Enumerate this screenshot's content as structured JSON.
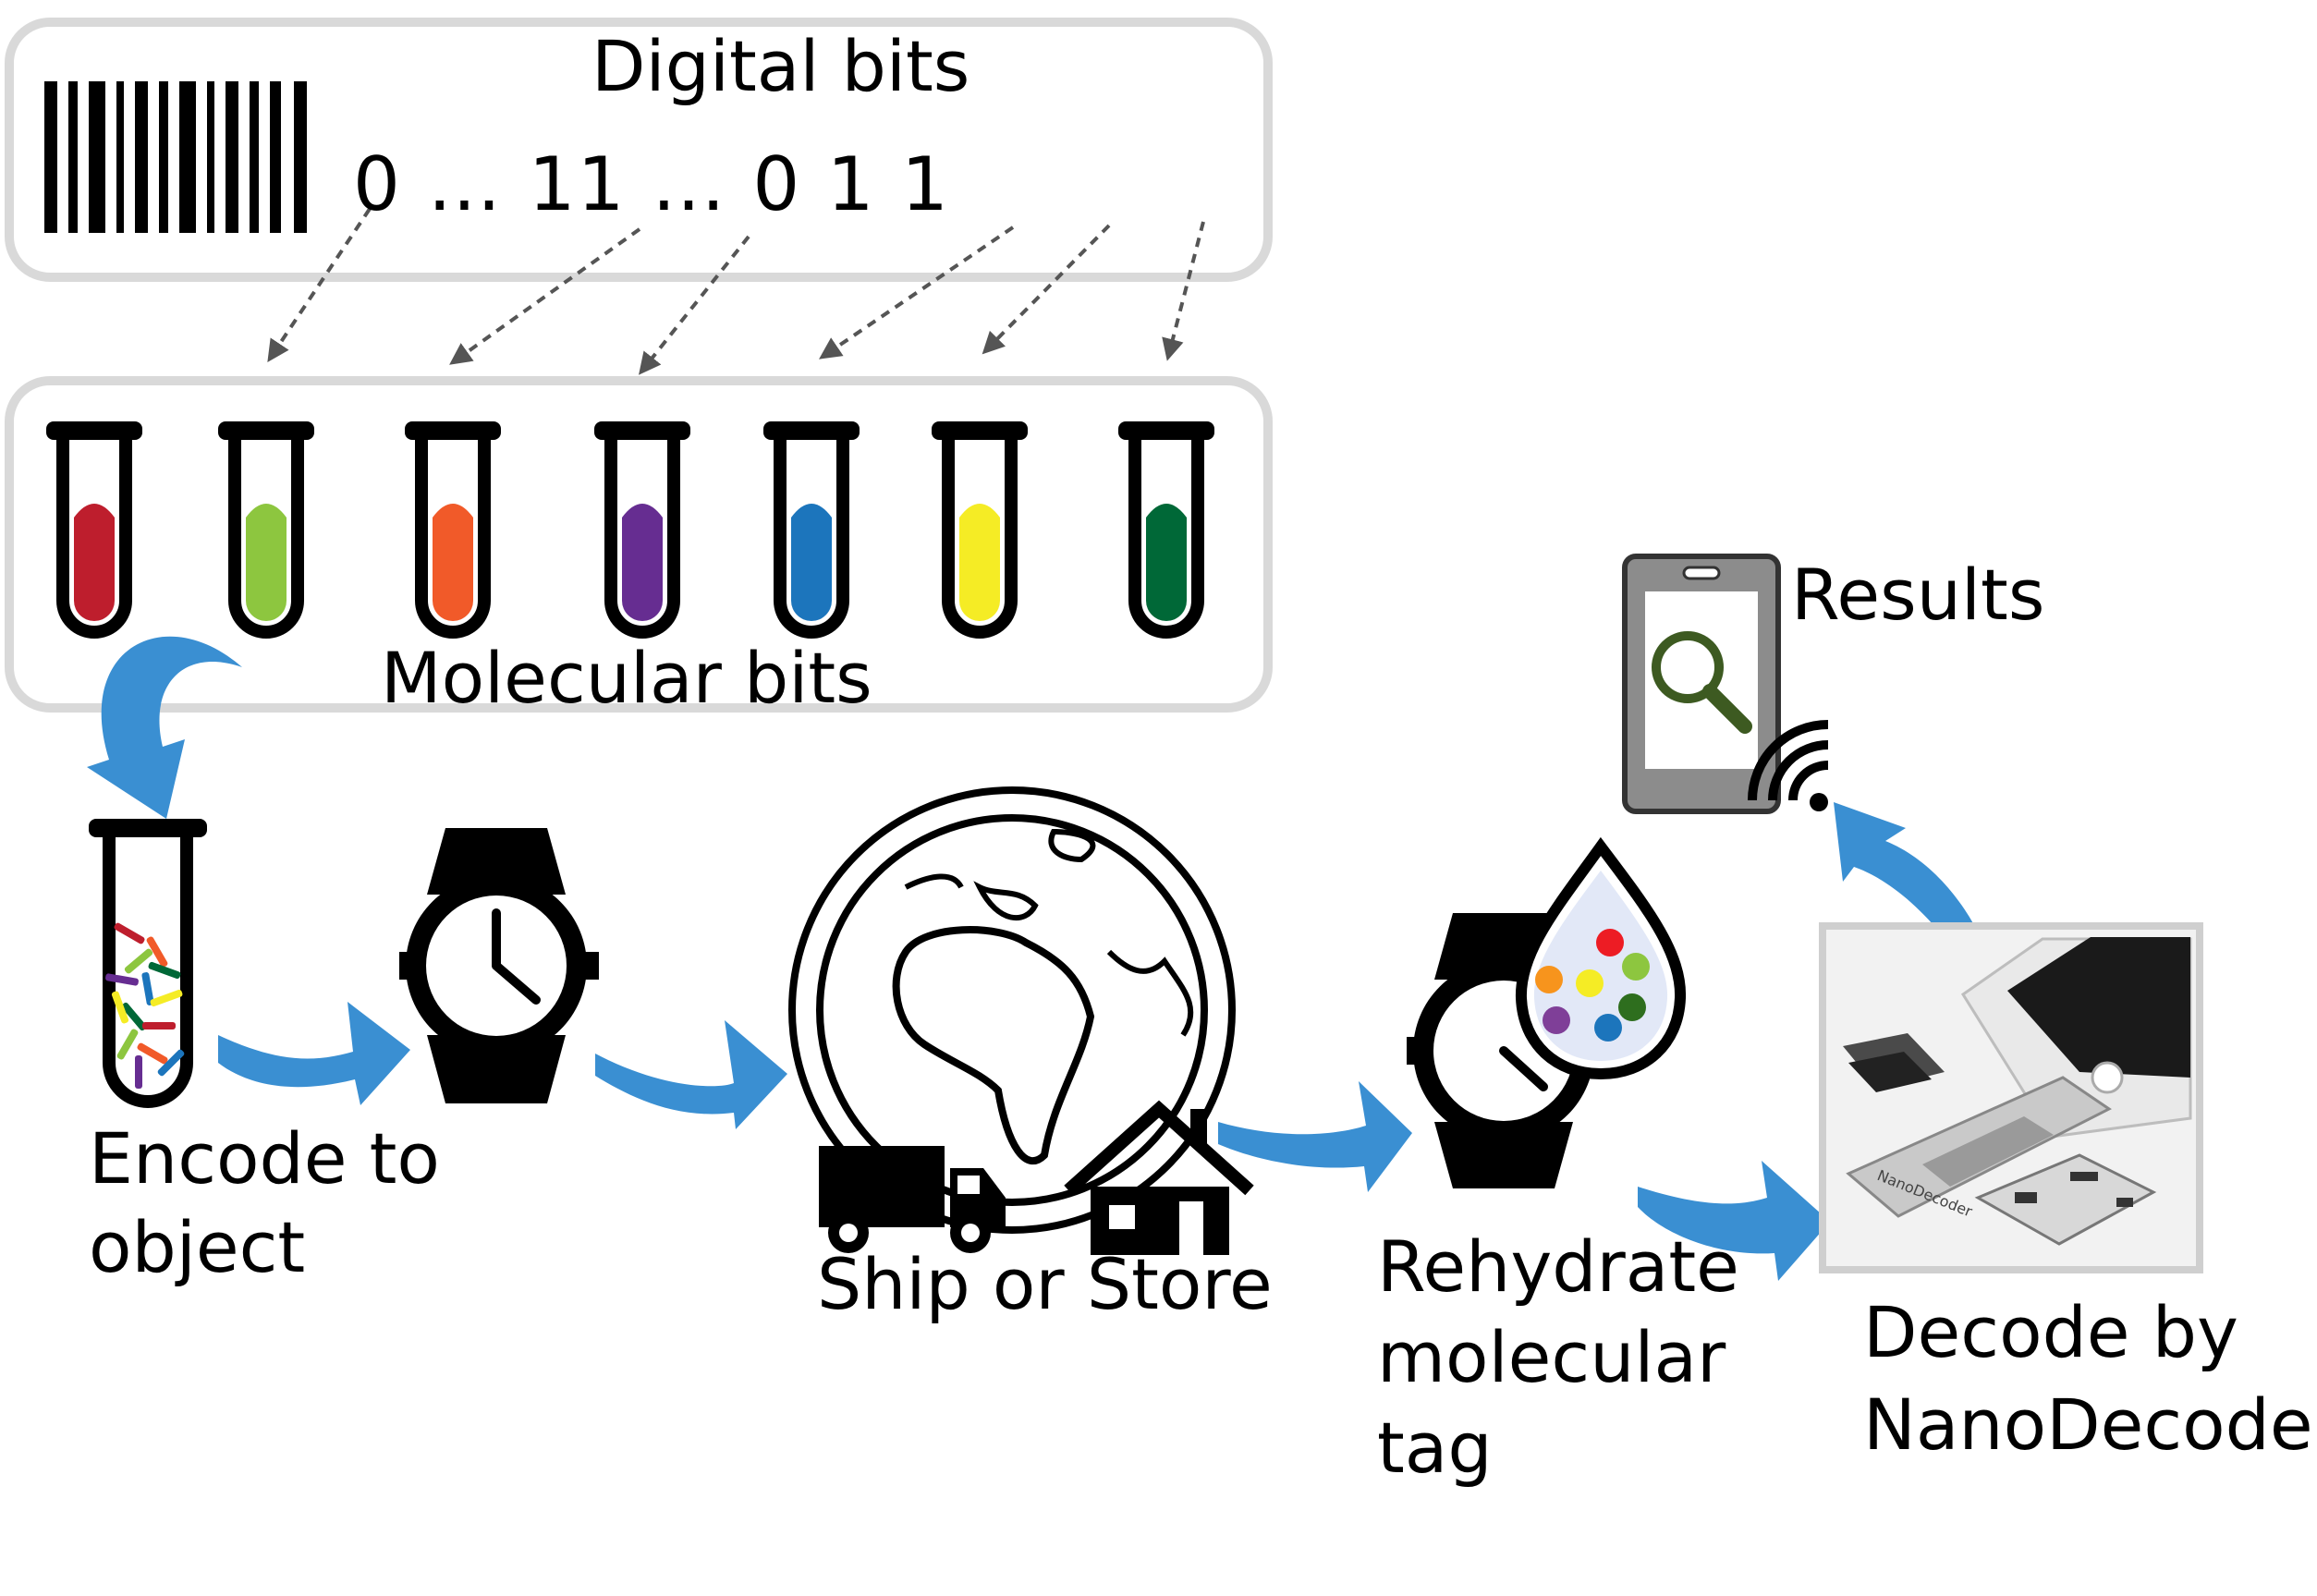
{
  "labels": {
    "digital_bits": "Digital bits",
    "bit_string": "0 … 11 … 0 1 1",
    "molecular_bits": "Molecular bits",
    "encode": "Encode to object",
    "ship": "Ship or Store",
    "rehydrate": "Rehydrate molecular tag",
    "decode": "Decode by NanoDecoder",
    "results": "Results"
  },
  "device_text": "NanoDecoder",
  "tube_colors": [
    "#be1e2d",
    "#8dc63f",
    "#f15a29",
    "#662d91",
    "#1c75bc",
    "#f5ec25",
    "#006837"
  ],
  "drop_dot_colors": [
    "#ed1c24",
    "#f7941d",
    "#f5ec25",
    "#8dc63f",
    "#7f3f98",
    "#2e6e1e",
    "#1c75bc"
  ],
  "arrow_color": "#3a8fd2",
  "icons": [
    "barcode-icon",
    "test-tube-icon",
    "watch-icon",
    "globe-icon",
    "truck-icon",
    "house-icon",
    "droplet-icon",
    "smartphone-icon",
    "magnifier-icon",
    "wifi-icon"
  ]
}
